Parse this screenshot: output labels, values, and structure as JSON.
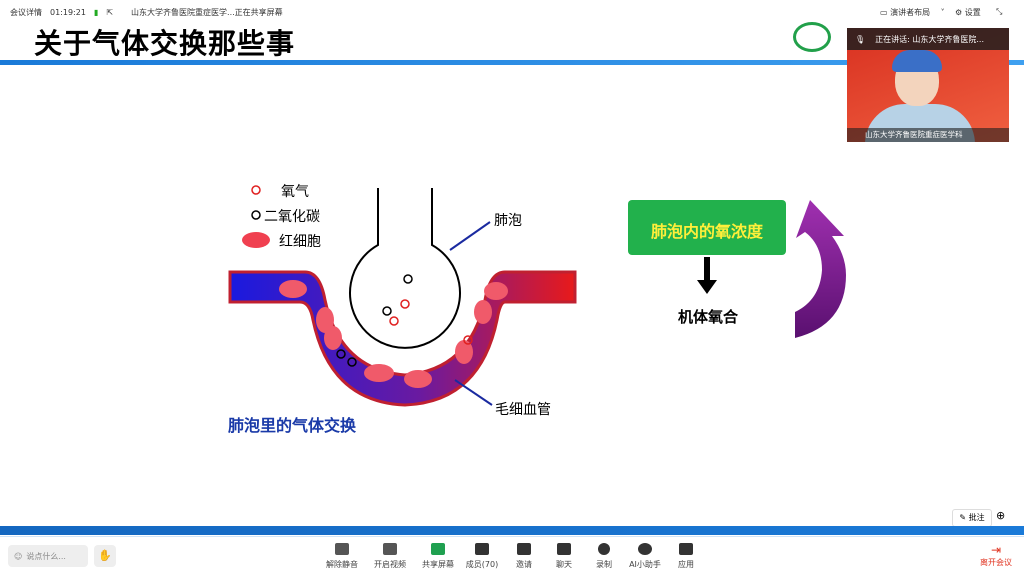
{
  "topbar": {
    "meeting_details": "会议详情",
    "time": "01:19:21",
    "sharing": "山东大学齐鲁医院重症医学...正在共享屏幕",
    "layout": "演讲者布局",
    "settings": "设置"
  },
  "slide": {
    "title": "关于气体交换那些事",
    "legend": {
      "oxygen": "氧气",
      "co2": "二氧化碳",
      "rbc": "红细胞"
    },
    "labels": {
      "alveolus": "肺泡",
      "capillary": "毛细血管",
      "caption": "肺泡里的气体交换"
    },
    "flow": {
      "box": "肺泡内的氧浓度",
      "result": "机体氧合"
    },
    "colors": {
      "green": "#22b14c",
      "box_text": "#ffef3a",
      "purple": "#7a1f86"
    }
  },
  "video": {
    "speaking": "正在讲话:  山东大学齐鲁医院...",
    "name": "山东大学齐鲁医院重症医学科"
  },
  "toolbar": {
    "say": "说点什么...",
    "items": [
      "解除静音",
      "开启视频",
      "共享屏幕",
      "成员(70)",
      "邀请",
      "聊天",
      "录制",
      "AI小助手",
      "应用"
    ],
    "leave": "离开会议",
    "annotate": "批注"
  }
}
